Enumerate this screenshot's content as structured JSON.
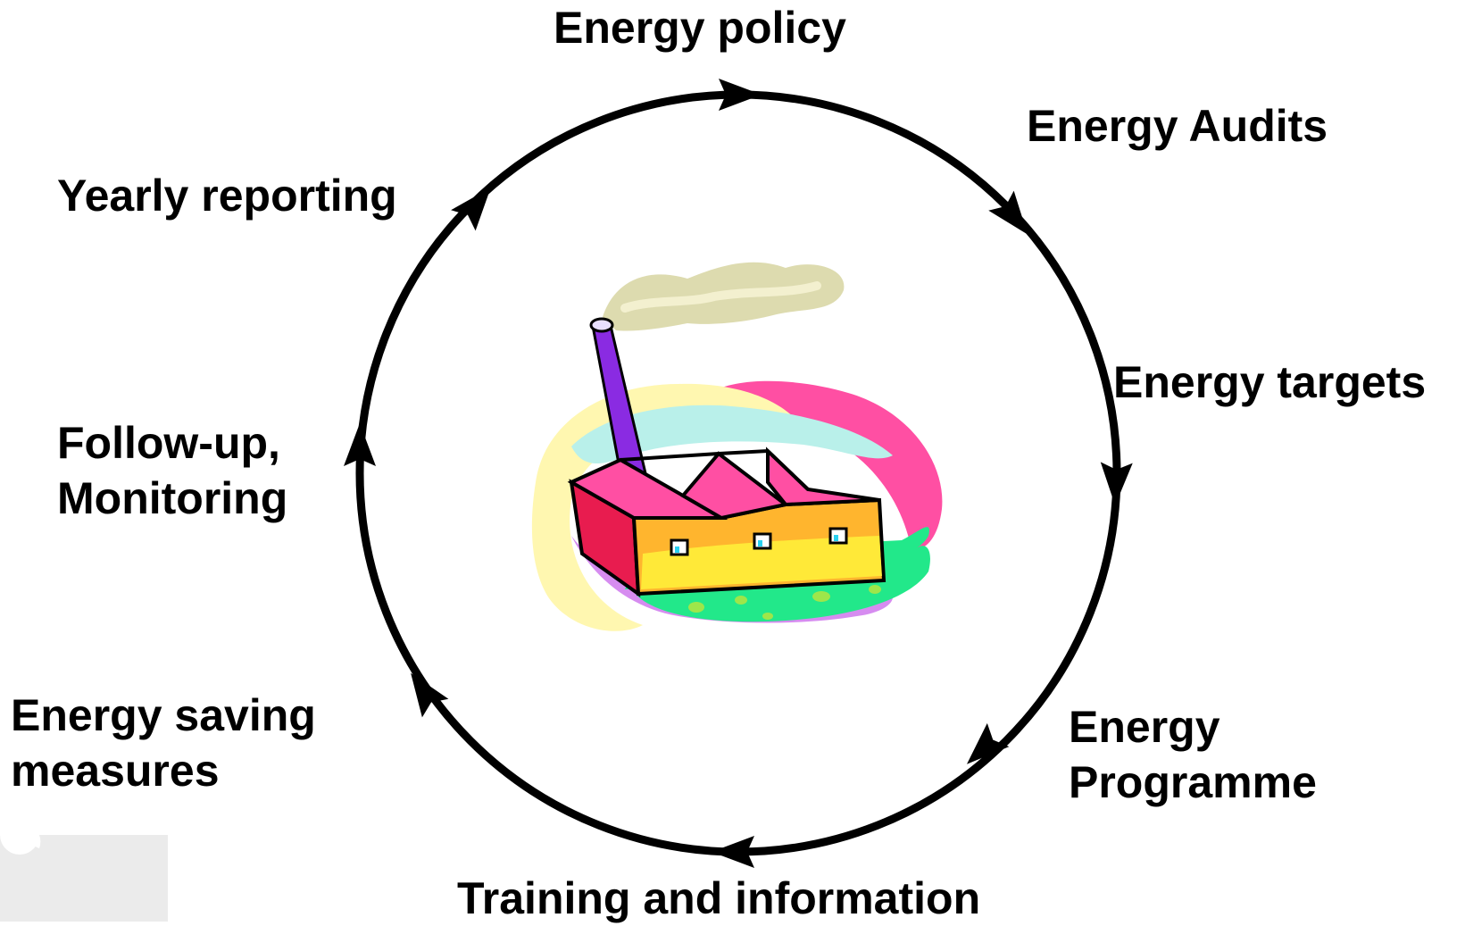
{
  "diagram": {
    "steps": [
      {
        "id": "policy",
        "lines": [
          "Energy policy"
        ]
      },
      {
        "id": "audits",
        "lines": [
          "Energy Audits"
        ]
      },
      {
        "id": "targets",
        "lines": [
          "Energy targets"
        ]
      },
      {
        "id": "programme",
        "lines": [
          "Energy",
          "Programme"
        ]
      },
      {
        "id": "training",
        "lines": [
          "Training and information"
        ]
      },
      {
        "id": "saving",
        "lines": [
          "Energy saving",
          "measures"
        ]
      },
      {
        "id": "monitoring",
        "lines": [
          "Follow-up,",
          "Monitoring"
        ]
      },
      {
        "id": "reporting",
        "lines": [
          "Yearly reporting"
        ]
      }
    ],
    "cycle_direction": "clockwise",
    "center_image": "factory-icon",
    "colors": {
      "text": "#000000",
      "cycle_line": "#000000",
      "chimney": "#8a2be2",
      "roof": "#ff4fa3",
      "wall": "#ffb52e",
      "wall_side": "#e81c4f",
      "ground": "#22e88a",
      "smoke": "#d9d7a6",
      "corner_shape": "#ebebeb"
    }
  }
}
